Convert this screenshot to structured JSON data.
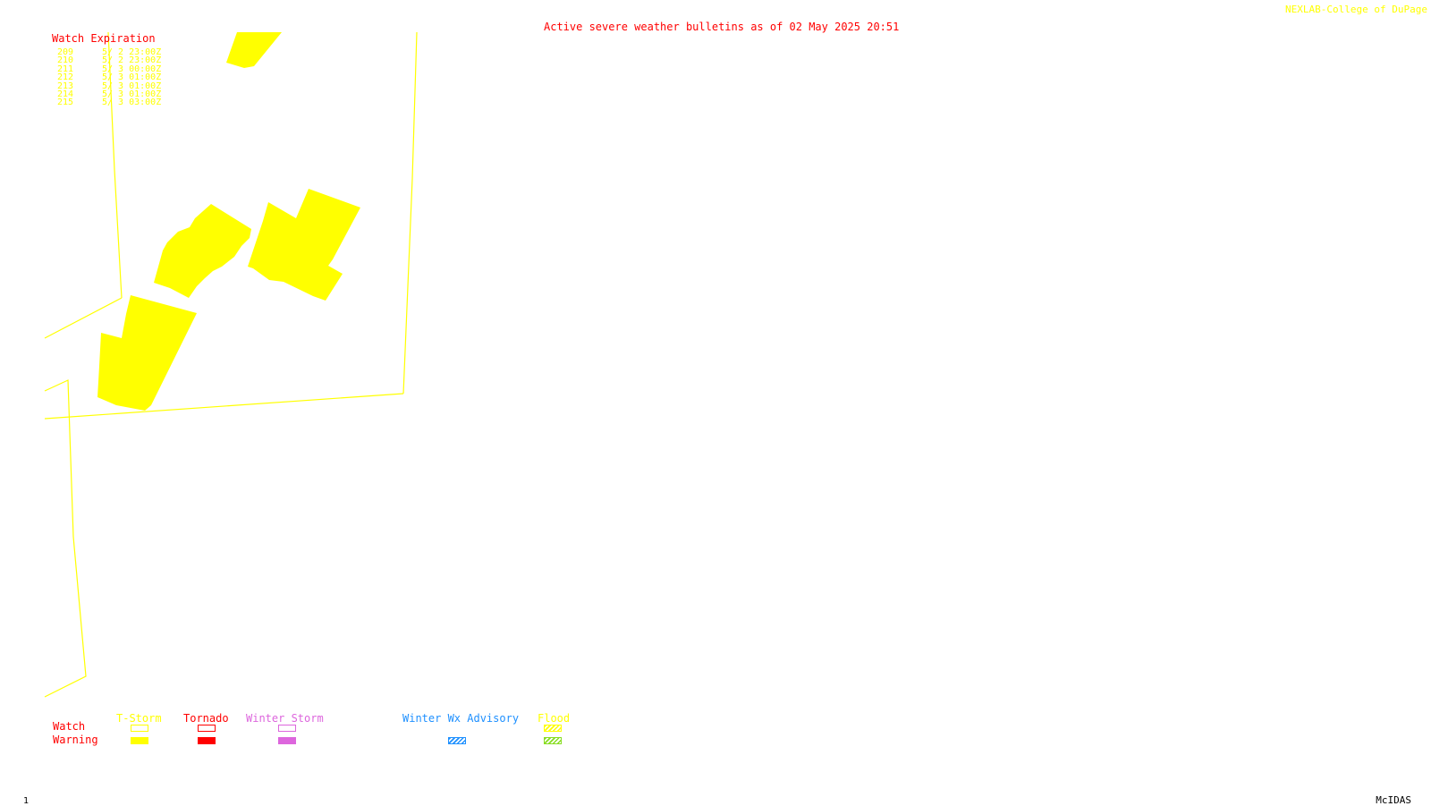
{
  "header": {
    "title": "Active severe weather bulletins as of 02 May 2025 20:51",
    "credit": "NEXLAB-College of DuPage"
  },
  "watch_panel": {
    "heading": "Watch Expiration",
    "rows": [
      {
        "number": "209",
        "expires": "5/ 2 23:00Z"
      },
      {
        "number": "210",
        "expires": "5/ 2 23:00Z"
      },
      {
        "number": "211",
        "expires": "5/ 3 00:00Z"
      },
      {
        "number": "212",
        "expires": "5/ 3 01:00Z"
      },
      {
        "number": "213",
        "expires": "5/ 3 01:00Z"
      },
      {
        "number": "214",
        "expires": "5/ 3 01:00Z"
      },
      {
        "number": "215",
        "expires": "5/ 3 03:00Z"
      }
    ]
  },
  "legend": {
    "watch_label": "Watch",
    "warning_label": "Warning",
    "categories": [
      {
        "name": "T-Storm",
        "color": "#ffff00",
        "watch_style": "outline",
        "warning_style": "solid"
      },
      {
        "name": "Tornado",
        "color": "#ff0000",
        "watch_style": "outline",
        "warning_style": "solid"
      },
      {
        "name": "Winter Storm",
        "color": "#dd66dd",
        "watch_style": "outline",
        "warning_style": "solid"
      },
      {
        "name": "Winter Wx Advisory",
        "color": "#1e90ff",
        "watch_style": "none",
        "warning_style": "hatched"
      },
      {
        "name": "Flood",
        "color": "#ffff00",
        "watch_style": "hatched",
        "warning_style": "hatched",
        "warning_color": "#88dd22"
      }
    ]
  },
  "footer": {
    "frame_number": "1",
    "software": "McIDAS"
  },
  "colors": {
    "background": "#ffffff",
    "boundary_lines": "#ffff00",
    "warning_fill": "#ffff00",
    "header_text": "#ff0000"
  }
}
